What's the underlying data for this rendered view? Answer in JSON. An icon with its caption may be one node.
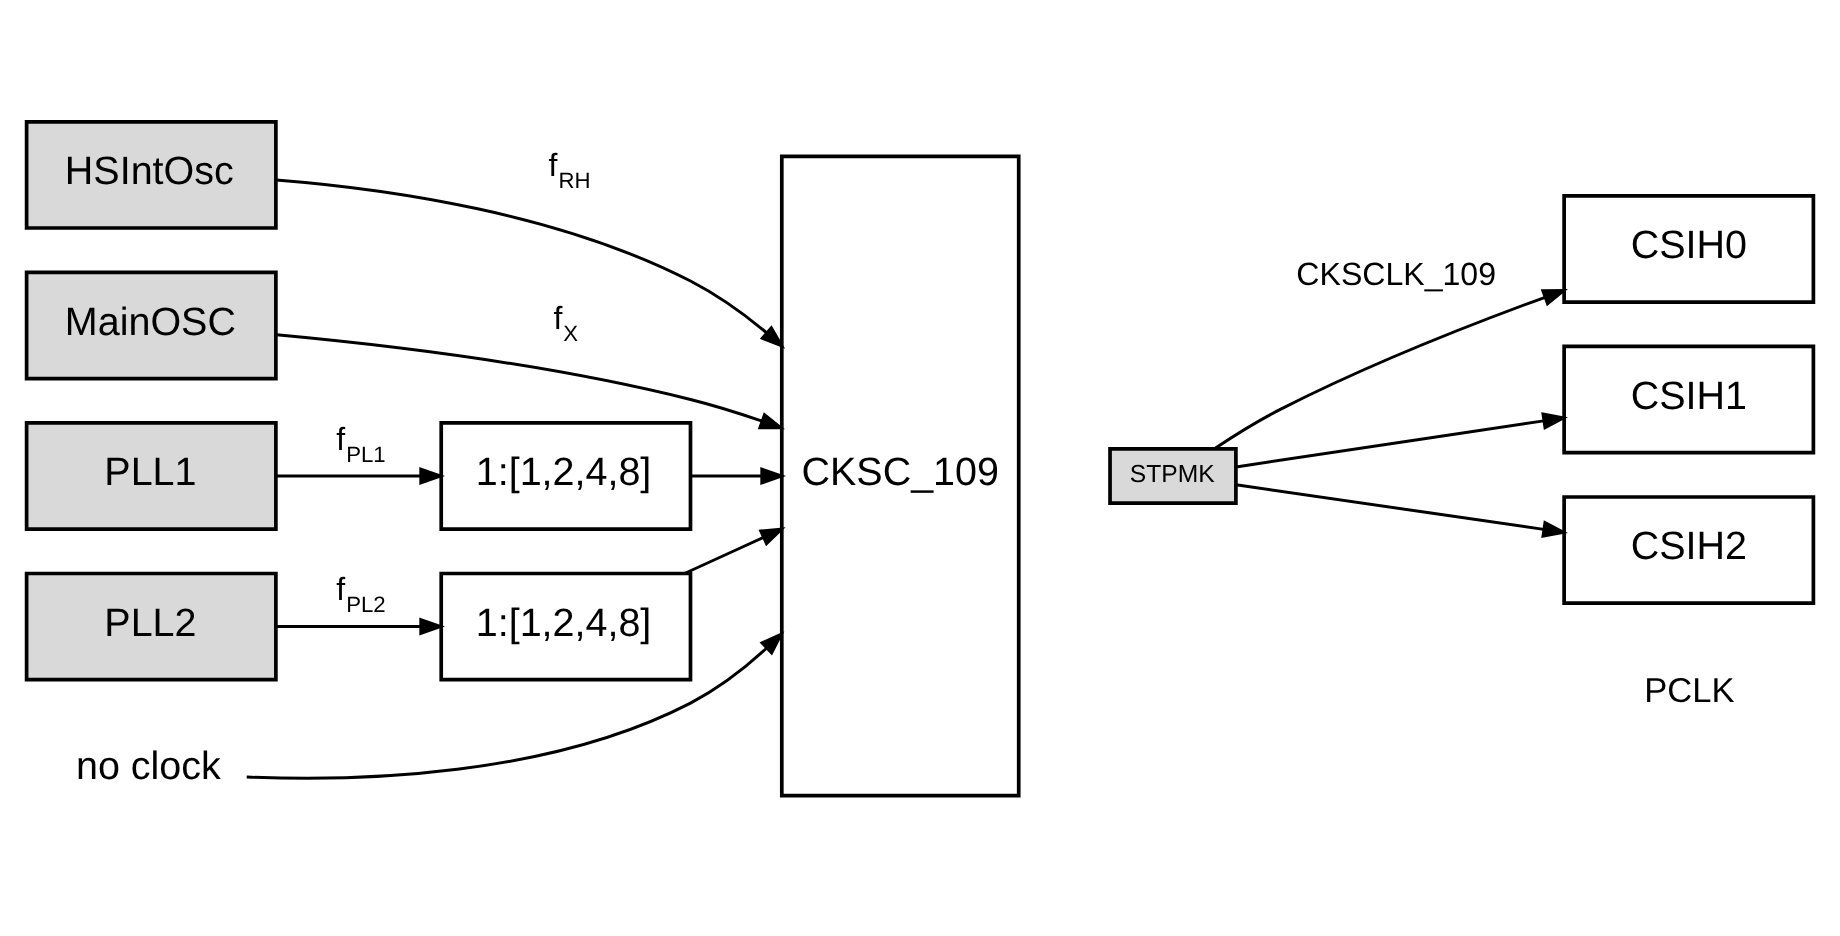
{
  "diagram": {
    "nodes": [
      {
        "text": [
          "HSIntOsc"
        ]
      },
      {
        "text": [
          "MainOSC"
        ]
      },
      {
        "text": [
          "PLL1"
        ]
      },
      {
        "text": [
          "PLL2"
        ]
      },
      {
        "text": [
          "1:[1,2,4,8]"
        ]
      },
      {
        "text": [
          "1:[1,2,4,8]"
        ]
      },
      {
        "text": [
          "CKSC_109"
        ]
      },
      {
        "text": [
          "STPMK"
        ]
      },
      {
        "text": [
          "no clock"
        ]
      },
      {
        "text": [
          "CSIH0"
        ]
      },
      {
        "text": [
          "CSIH1"
        ]
      },
      {
        "text": [
          "CSIH2"
        ]
      }
    ],
    "edges": [
      {
        "from": 0,
        "to": 6,
        "arrow": "to",
        "label": "f$_{RH}$"
      },
      {
        "from": 1,
        "to": 6,
        "arrow": "to",
        "label": "f$_{X}$"
      },
      {
        "from": 2,
        "to": 4,
        "arrow": "to",
        "label": "f$_{PL1}$"
      },
      {
        "from": 3,
        "to": 5,
        "arrow": "to",
        "label": "f$_{PL2}$"
      },
      {
        "from": 4,
        "to": 6,
        "arrow": "to"
      },
      {
        "from": 5,
        "to": 6,
        "arrow": "to"
      },
      {
        "from": 8,
        "to": 6,
        "arrow": "to"
      },
      {
        "from": 7,
        "to": 9,
        "arrow": "to",
        "label": "CKSCLK_109"
      },
      {
        "from": 7,
        "to": 10,
        "arrow": "to"
      },
      {
        "from": 7,
        "to": 11,
        "arrow": "to"
      }
    ],
    "labels": [
      "PCLK"
    ]
  }
}
